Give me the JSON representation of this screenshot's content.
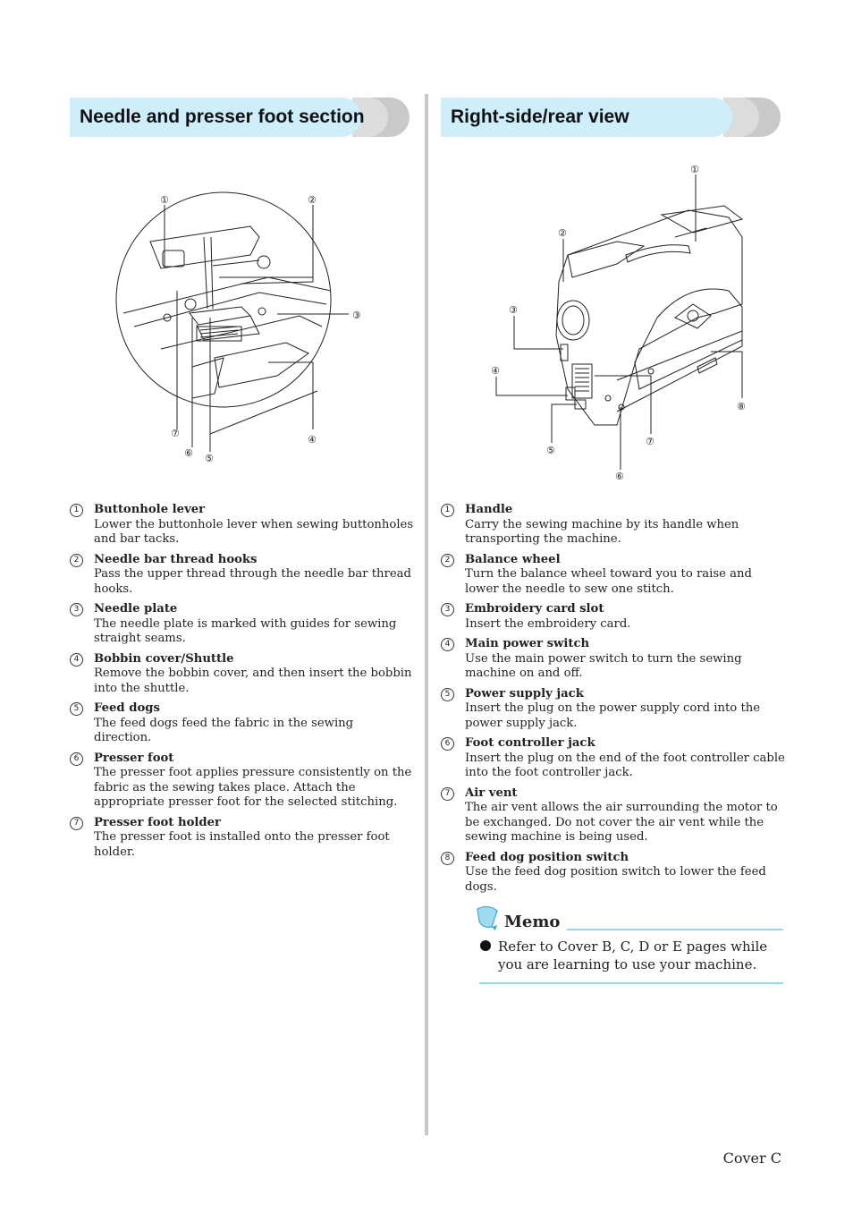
{
  "left": {
    "title": "Needle and presser foot section",
    "callouts": [
      "①",
      "②",
      "③",
      "④",
      "⑤",
      "⑥",
      "⑦"
    ],
    "items": [
      {
        "num": "1",
        "term": "Buttonhole lever",
        "desc": "Lower the buttonhole lever when sewing buttonholes and bar tacks."
      },
      {
        "num": "2",
        "term": "Needle bar thread hooks",
        "desc": "Pass the upper thread through the needle bar thread hooks."
      },
      {
        "num": "3",
        "term": "Needle plate",
        "desc": "The needle plate is marked with guides for sewing straight seams."
      },
      {
        "num": "4",
        "term": "Bobbin cover/Shuttle",
        "desc": "Remove the bobbin cover, and then insert the bobbin into the shuttle."
      },
      {
        "num": "5",
        "term": "Feed dogs",
        "desc": "The feed dogs feed the fabric in the sewing direction."
      },
      {
        "num": "6",
        "term": "Presser foot",
        "desc": "The presser foot applies pressure consistently on the fabric as the sewing takes place. Attach the appropriate presser foot for the selected stitching."
      },
      {
        "num": "7",
        "term": "Presser foot holder",
        "desc": "The presser foot is installed onto the presser foot holder."
      }
    ]
  },
  "right": {
    "title": "Right-side/rear view",
    "callouts": [
      "①",
      "②",
      "③",
      "④",
      "⑤",
      "⑥",
      "⑦",
      "⑧"
    ],
    "items": [
      {
        "num": "1",
        "term": "Handle",
        "desc": "Carry the sewing machine by its handle when transporting the machine."
      },
      {
        "num": "2",
        "term": "Balance wheel",
        "desc": "Turn the balance wheel toward you to raise and lower the needle to sew one stitch."
      },
      {
        "num": "3",
        "term": "Embroidery card slot",
        "desc": "Insert the embroidery card."
      },
      {
        "num": "4",
        "term": "Main power switch",
        "desc": "Use the main power switch to turn the sewing machine on and off."
      },
      {
        "num": "5",
        "term": "Power supply jack",
        "desc": "Insert the plug on the power supply cord into the power supply jack."
      },
      {
        "num": "6",
        "term": "Foot controller jack",
        "desc": "Insert the plug on the end of the foot controller cable into the foot controller jack."
      },
      {
        "num": "7",
        "term": "Air vent",
        "desc": "The air vent allows the air surrounding the motor to be exchanged. Do not cover the air vent while the sewing machine is being used."
      },
      {
        "num": "8",
        "term": "Feed dog position switch",
        "desc": "Use the feed dog position switch to lower the feed dogs."
      }
    ]
  },
  "memo": {
    "title": "Memo",
    "text": "Refer to Cover B, C, D or E pages while you are learning to use your machine."
  },
  "page_number": "Cover C",
  "colors": {
    "banner": "#cdeefa",
    "tab": "#c9c9c9",
    "memo_rule": "#8fd8ef"
  }
}
